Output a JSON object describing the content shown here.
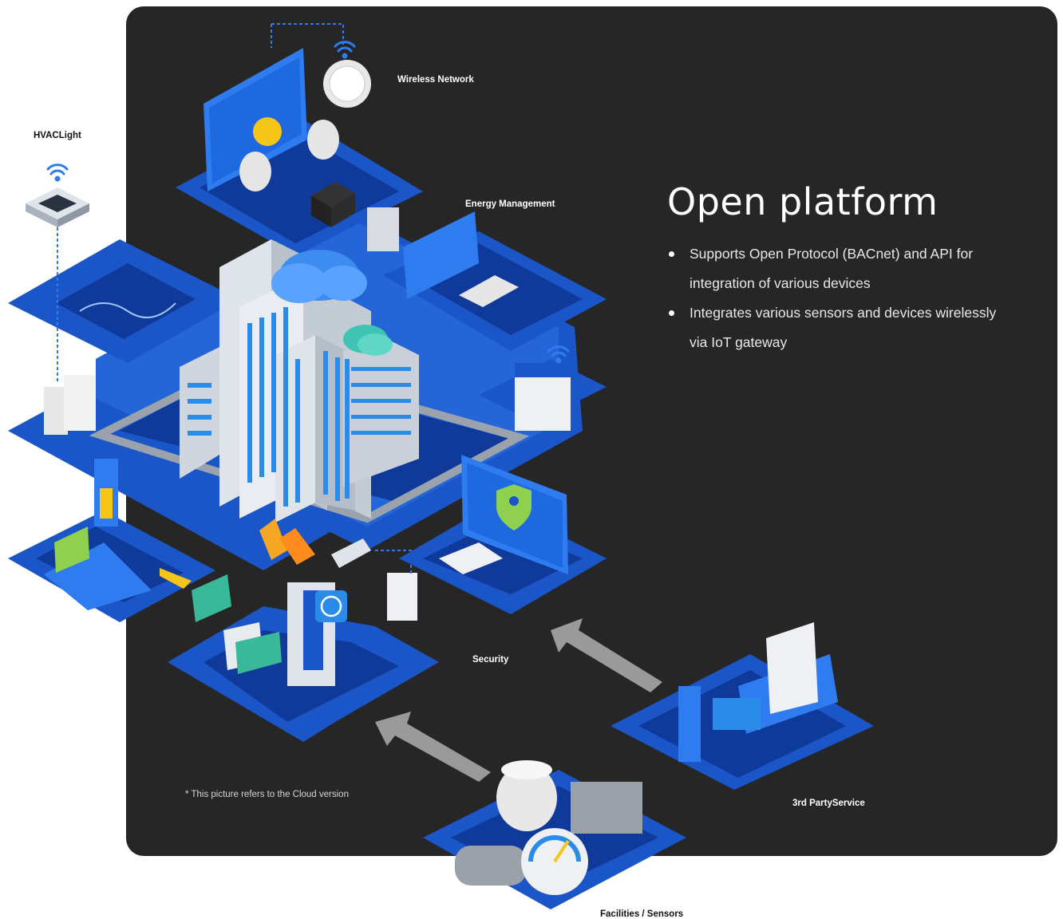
{
  "colors": {
    "panel": "#262626",
    "platform_blue": "#1a56c8",
    "platform_dark": "#0f3a9a",
    "platform_light": "#2f7bf0",
    "building": "#cfd6e0",
    "window": "#2a8be8",
    "accent_yellow": "#f5c518",
    "arrow_gray": "#9a9a9a"
  },
  "labels": {
    "wireless_network": "Wireless Network",
    "hvac_light": "HVACLight",
    "energy_management": "Energy Management",
    "security": "Security",
    "third_party": "3rd PartyService",
    "facilities": "Facilities / Sensors"
  },
  "heading": {
    "title": "Open platform",
    "bullets": [
      "Supports Open Protocol (BACnet) and API for integration of various devices",
      "Integrates various sensors and devices wirelessly via IoT gateway"
    ]
  },
  "note": "* This picture refers to the Cloud version",
  "icons": [
    "wifi-icon",
    "hvac-unit-icon",
    "cloud-icon",
    "lightbulb-icon",
    "shield-icon",
    "fingerprint-icon",
    "router-icon",
    "printer-icon",
    "camera-icon",
    "gauge-icon",
    "cooling-tower-icon",
    "arrow-icon"
  ]
}
